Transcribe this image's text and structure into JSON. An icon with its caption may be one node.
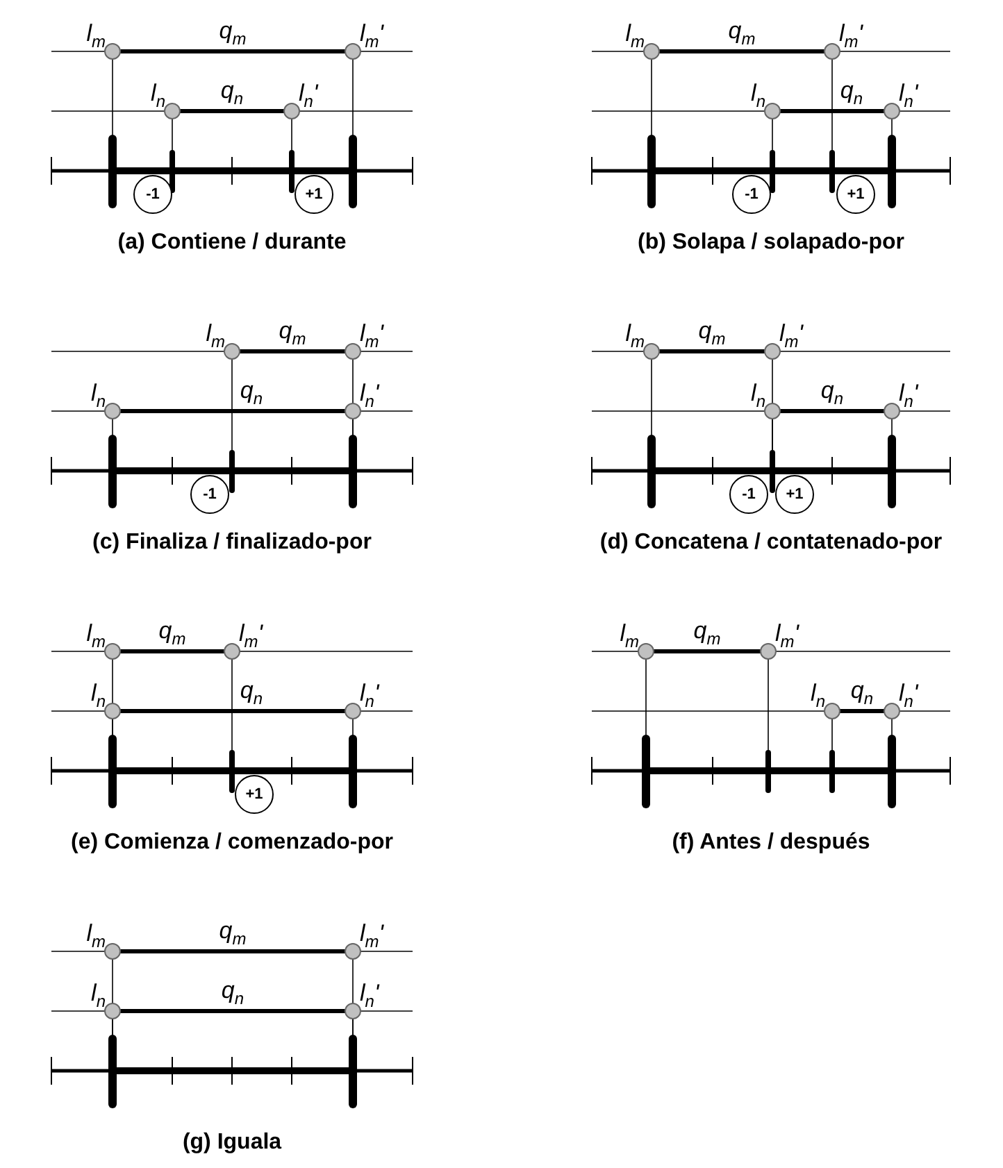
{
  "diagram": {
    "nodes": [
      {
        "text": [
          "-1"
        ]
      },
      {
        "text": [
          "+1"
        ]
      },
      {
        "text": [
          "-1"
        ]
      },
      {
        "text": [
          "+1"
        ]
      },
      {
        "text": [
          "-1"
        ]
      },
      {
        "text": [
          "-1"
        ]
      },
      {
        "text": [
          "+1"
        ]
      },
      {
        "text": [
          "+1"
        ]
      }
    ],
    "labels": [
      "l$_{m}$",
      "q$_{m}$",
      "l$_{m}$'",
      "l$_{n}$",
      "q$_{n}$",
      "l$_{n}$'",
      "(a) Contiene / durante",
      "l$_{m}$",
      "q$_{m}$",
      "l$_{m}$'",
      "l$_{n}$",
      "q$_{n}$",
      "l$_{n}$'",
      "(b) Solapa / solapado-por",
      "l$_{m}$",
      "q$_{m}$",
      "l$_{m}$'",
      "l$_{n}$",
      "q$_{n}$",
      "l$_{n}$'",
      "(c) Finaliza / finalizado-por",
      "l$_{m}$",
      "q$_{m}$",
      "l$_{m}$'",
      "l$_{n}$",
      "q$_{n}$",
      "l$_{n}$'",
      "(d) Concatena / contatenado-por",
      "l$_{m}$",
      "q$_{m}$",
      "l$_{m}$'",
      "l$_{n}$",
      "q$_{n}$",
      "l$_{n}$'",
      "(e) Comienza / comenzado-por",
      "l$_{m}$",
      "q$_{m}$",
      "l$_{m}$'",
      "l$_{n}$",
      "q$_{n}$",
      "l$_{n}$'",
      "(f) Antes / después",
      "l$_{m}$",
      "q$_{m}$",
      "l$_{m}$'",
      "l$_{n}$",
      "q$_{n}$",
      "l$_{n}$'",
      "(g) Iguala"
    ]
  }
}
